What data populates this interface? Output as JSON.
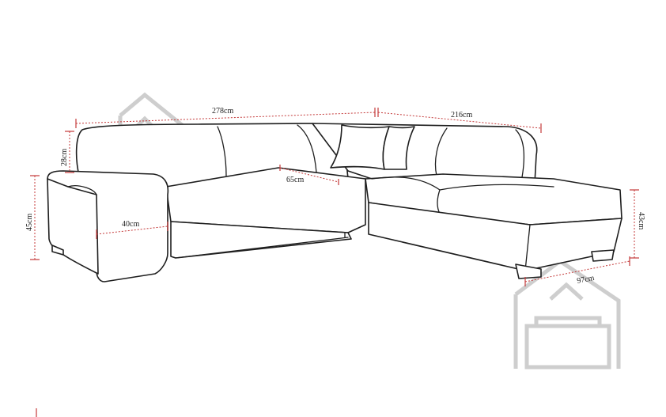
{
  "colors": {
    "outline": "#1e1e1e",
    "dimension": "#c43a3a",
    "watermark": "#c6c6c6",
    "background": "#ffffff"
  },
  "icons": [
    "house-sofa-watermark-icon"
  ],
  "dimensions": {
    "length_left": "278cm",
    "length_right": "216cm",
    "backrest_height": "28cm",
    "total_height": "45cm",
    "seat_depth": "65cm",
    "armrest_width": "40cm",
    "chaise_height": "43cm",
    "chaise_width": "97cm"
  }
}
